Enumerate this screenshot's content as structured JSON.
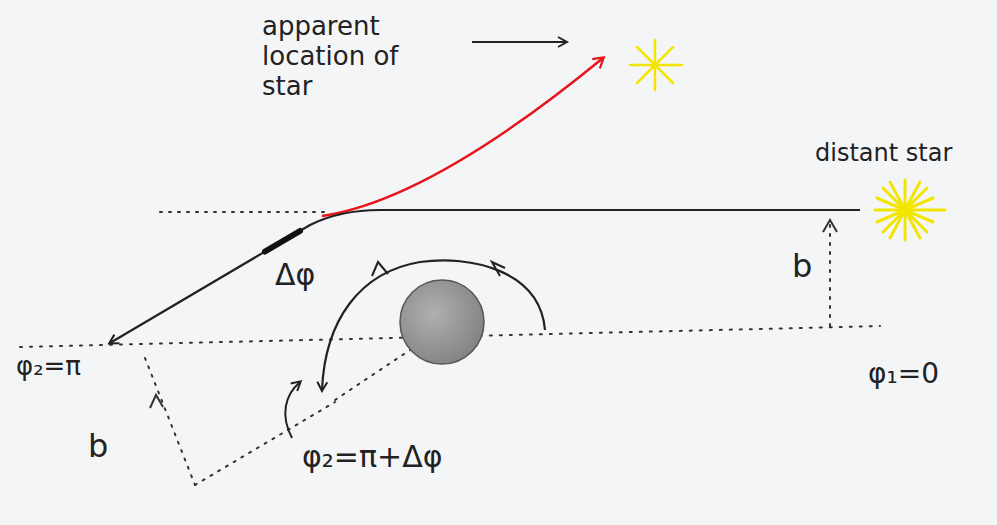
{
  "diagram": {
    "labels": [
      "apparent location of star",
      "distant star",
      "b",
      "Δφ",
      "φ₁=0",
      "φ₂=π",
      "b",
      "φ₂=π+Δφ"
    ]
  }
}
